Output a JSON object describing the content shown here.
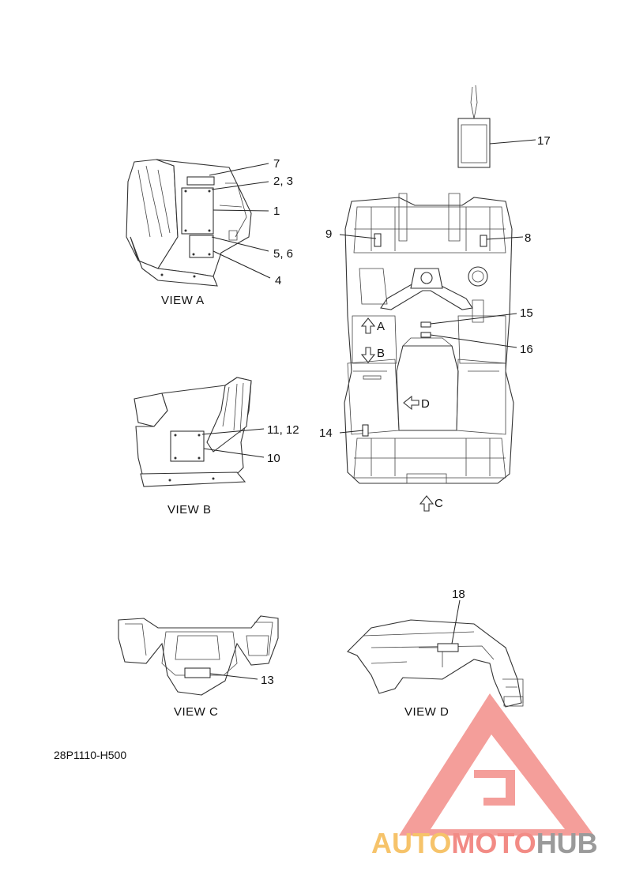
{
  "callouts": {
    "c1": "1",
    "c2_3": "2, 3",
    "c4": "4",
    "c5_6": "5, 6",
    "c7": "7",
    "c8": "8",
    "c9": "9",
    "c10": "10",
    "c11_12": "11, 12",
    "c13": "13",
    "c14": "14",
    "c15": "15",
    "c16": "16",
    "c17": "17",
    "c18": "18"
  },
  "views": {
    "a": "VIEW A",
    "b": "VIEW B",
    "c": "VIEW C",
    "d": "VIEW D"
  },
  "arrows": {
    "a": "A",
    "b": "B",
    "c": "C",
    "d": "D"
  },
  "drawing_code": "28P1110-H500",
  "watermark": {
    "part1": "AUTO",
    "part2": "MOTO",
    "part3": "HUB",
    "color_auto": "#f6c36a",
    "color_moto": "#f28b85",
    "color_hub": "#9a9a9a",
    "logo_color": "#f07a74"
  }
}
